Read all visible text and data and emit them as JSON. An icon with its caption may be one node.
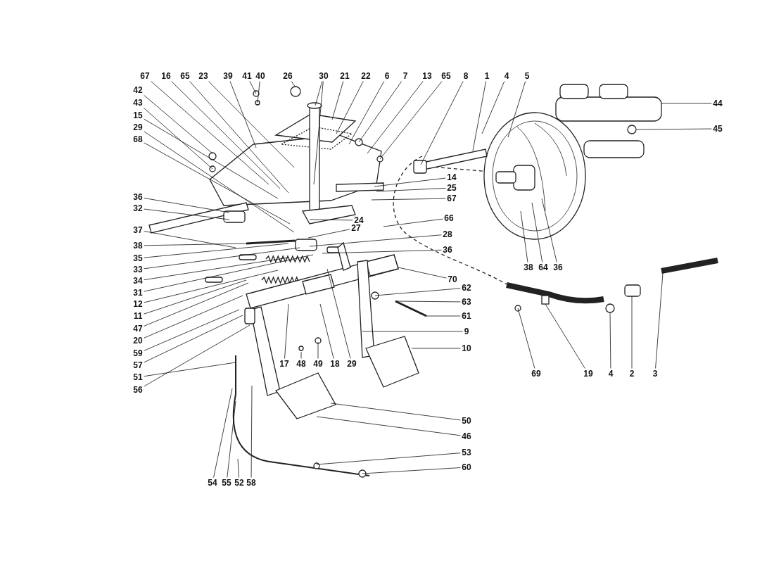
{
  "diagram": {
    "nodes": [
      {
        "text": [
          "67"
        ]
      },
      {
        "text": [
          "16"
        ]
      },
      {
        "text": [
          "65"
        ]
      },
      {
        "text": [
          "23"
        ]
      },
      {
        "text": [
          "39"
        ]
      },
      {
        "text": [
          "41"
        ]
      },
      {
        "text": [
          "40"
        ]
      },
      {
        "text": [
          "26"
        ]
      },
      {
        "text": [
          "30"
        ]
      },
      {
        "text": [
          "21"
        ]
      },
      {
        "text": [
          "22"
        ]
      },
      {
        "text": [
          "6"
        ]
      },
      {
        "text": [
          "7"
        ]
      },
      {
        "text": [
          "13"
        ]
      },
      {
        "text": [
          "65"
        ]
      },
      {
        "text": [
          "8"
        ]
      },
      {
        "text": [
          "1"
        ]
      },
      {
        "text": [
          "4"
        ]
      },
      {
        "text": [
          "5"
        ]
      },
      {
        "text": [
          "42"
        ]
      },
      {
        "text": [
          "44"
        ]
      },
      {
        "text": [
          "43"
        ]
      },
      {
        "text": [
          "15"
        ]
      },
      {
        "text": [
          "45"
        ]
      },
      {
        "text": [
          "29"
        ]
      },
      {
        "text": [
          "68"
        ]
      },
      {
        "text": [
          "14"
        ]
      },
      {
        "text": [
          "25"
        ]
      },
      {
        "text": [
          "67"
        ]
      },
      {
        "text": [
          "36"
        ]
      },
      {
        "text": [
          "32"
        ]
      },
      {
        "text": [
          "66"
        ]
      },
      {
        "text": [
          "24"
        ]
      },
      {
        "text": [
          "37"
        ]
      },
      {
        "text": [
          "27"
        ]
      },
      {
        "text": [
          "28"
        ]
      },
      {
        "text": [
          "38"
        ]
      },
      {
        "text": [
          "36"
        ]
      },
      {
        "text": [
          "35"
        ]
      },
      {
        "text": [
          "38"
        ]
      },
      {
        "text": [
          "64"
        ]
      },
      {
        "text": [
          "36"
        ]
      },
      {
        "text": [
          "33"
        ]
      },
      {
        "text": [
          "70"
        ]
      },
      {
        "text": [
          "34"
        ]
      },
      {
        "text": [
          "62"
        ]
      },
      {
        "text": [
          "31"
        ]
      },
      {
        "text": [
          "63"
        ]
      },
      {
        "text": [
          "12"
        ]
      },
      {
        "text": [
          "11"
        ]
      },
      {
        "text": [
          "61"
        ]
      },
      {
        "text": [
          "47"
        ]
      },
      {
        "text": [
          "9"
        ]
      },
      {
        "text": [
          "20"
        ]
      },
      {
        "text": [
          "10"
        ]
      },
      {
        "text": [
          "59"
        ]
      },
      {
        "text": [
          "57"
        ]
      },
      {
        "text": [
          "17"
        ]
      },
      {
        "text": [
          "48"
        ]
      },
      {
        "text": [
          "49"
        ]
      },
      {
        "text": [
          "18"
        ]
      },
      {
        "text": [
          "29"
        ]
      },
      {
        "text": [
          "69"
        ]
      },
      {
        "text": [
          "19"
        ]
      },
      {
        "text": [
          "4"
        ]
      },
      {
        "text": [
          "2"
        ]
      },
      {
        "text": [
          "3"
        ]
      },
      {
        "text": [
          "51"
        ]
      },
      {
        "text": [
          "56"
        ]
      },
      {
        "text": [
          "50"
        ]
      },
      {
        "text": [
          "46"
        ]
      },
      {
        "text": [
          "53"
        ]
      },
      {
        "text": [
          "60"
        ]
      },
      {
        "text": [
          "54"
        ]
      },
      {
        "text": [
          "55"
        ]
      },
      {
        "text": [
          "52"
        ]
      },
      {
        "text": [
          "58"
        ]
      }
    ],
    "edges": [
      {
        "from": 0,
        "to": null,
        "arrow": "none"
      },
      {
        "from": 1,
        "to": null,
        "arrow": "none"
      },
      {
        "from": 2,
        "to": null,
        "arrow": "none"
      },
      {
        "from": 3,
        "to": null,
        "arrow": "none"
      },
      {
        "from": 4,
        "to": null,
        "arrow": "none"
      },
      {
        "from": 5,
        "to": null,
        "arrow": "none"
      },
      {
        "from": 6,
        "to": null,
        "arrow": "none"
      },
      {
        "from": 7,
        "to": null,
        "arrow": "none"
      },
      {
        "from": 8,
        "to": null,
        "arrow": "none"
      },
      {
        "from": 8,
        "to": null,
        "arrow": "none"
      },
      {
        "from": 9,
        "to": null,
        "arrow": "none"
      },
      {
        "from": 10,
        "to": null,
        "arrow": "none"
      },
      {
        "from": 11,
        "to": null,
        "arrow": "none"
      },
      {
        "from": 12,
        "to": null,
        "arrow": "none"
      },
      {
        "from": 13,
        "to": null,
        "arrow": "none"
      },
      {
        "from": 14,
        "to": null,
        "arrow": "none"
      },
      {
        "from": 15,
        "to": null,
        "arrow": "none"
      },
      {
        "from": 16,
        "to": null,
        "arrow": "none"
      },
      {
        "from": 17,
        "to": null,
        "arrow": "none"
      },
      {
        "from": 18,
        "to": null,
        "arrow": "none"
      },
      {
        "from": 19,
        "to": null,
        "arrow": "none"
      },
      {
        "from": 20,
        "to": null,
        "arrow": "none"
      },
      {
        "from": 21,
        "to": null,
        "arrow": "none"
      },
      {
        "from": 22,
        "to": null,
        "arrow": "none"
      },
      {
        "from": 23,
        "to": null,
        "arrow": "none"
      },
      {
        "from": 24,
        "to": null,
        "arrow": "none"
      },
      {
        "from": 25,
        "to": null,
        "arrow": "none"
      },
      {
        "from": 26,
        "to": null,
        "arrow": "none"
      },
      {
        "from": 27,
        "to": null,
        "arrow": "none"
      },
      {
        "from": 28,
        "to": null,
        "arrow": "none"
      },
      {
        "from": 29,
        "to": null,
        "arrow": "none"
      },
      {
        "from": 30,
        "to": null,
        "arrow": "none"
      },
      {
        "from": 31,
        "to": null,
        "arrow": "none"
      },
      {
        "from": 32,
        "to": null,
        "arrow": "none"
      },
      {
        "from": 33,
        "to": null,
        "arrow": "none"
      },
      {
        "from": 34,
        "to": null,
        "arrow": "none"
      },
      {
        "from": 35,
        "to": null,
        "arrow": "none"
      },
      {
        "from": 36,
        "to": null,
        "arrow": "none"
      },
      {
        "from": 37,
        "to": null,
        "arrow": "none"
      },
      {
        "from": 38,
        "to": null,
        "arrow": "none"
      },
      {
        "from": 39,
        "to": null,
        "arrow": "none"
      },
      {
        "from": 40,
        "to": null,
        "arrow": "none"
      },
      {
        "from": 41,
        "to": null,
        "arrow": "none"
      },
      {
        "from": 42,
        "to": null,
        "arrow": "none"
      },
      {
        "from": 43,
        "to": null,
        "arrow": "none"
      },
      {
        "from": 44,
        "to": null,
        "arrow": "none"
      },
      {
        "from": 45,
        "to": null,
        "arrow": "none"
      },
      {
        "from": 46,
        "to": null,
        "arrow": "none"
      },
      {
        "from": 47,
        "to": null,
        "arrow": "none"
      },
      {
        "from": 48,
        "to": null,
        "arrow": "none"
      },
      {
        "from": 49,
        "to": null,
        "arrow": "none"
      },
      {
        "from": 50,
        "to": null,
        "arrow": "none"
      },
      {
        "from": 51,
        "to": null,
        "arrow": "none"
      },
      {
        "from": 52,
        "to": null,
        "arrow": "none"
      },
      {
        "from": 53,
        "to": null,
        "arrow": "none"
      },
      {
        "from": 54,
        "to": null,
        "arrow": "none"
      },
      {
        "from": 55,
        "to": null,
        "arrow": "none"
      },
      {
        "from": 56,
        "to": null,
        "arrow": "none"
      },
      {
        "from": 57,
        "to": null,
        "arrow": "none"
      },
      {
        "from": 58,
        "to": null,
        "arrow": "none"
      },
      {
        "from": 59,
        "to": null,
        "arrow": "none"
      },
      {
        "from": 60,
        "to": null,
        "arrow": "none"
      },
      {
        "from": 61,
        "to": null,
        "arrow": "none"
      },
      {
        "from": 62,
        "to": null,
        "arrow": "none"
      },
      {
        "from": 63,
        "to": null,
        "arrow": "none"
      },
      {
        "from": 64,
        "to": null,
        "arrow": "none"
      },
      {
        "from": 65,
        "to": null,
        "arrow": "none"
      },
      {
        "from": 66,
        "to": null,
        "arrow": "none"
      },
      {
        "from": 67,
        "to": null,
        "arrow": "none"
      },
      {
        "from": 68,
        "to": null,
        "arrow": "none"
      },
      {
        "from": 69,
        "to": null,
        "arrow": "none"
      },
      {
        "from": 70,
        "to": null,
        "arrow": "none"
      },
      {
        "from": 71,
        "to": null,
        "arrow": "none"
      },
      {
        "from": 72,
        "to": null,
        "arrow": "none"
      },
      {
        "from": 73,
        "to": null,
        "arrow": "none"
      },
      {
        "from": 74,
        "to": null,
        "arrow": "none"
      },
      {
        "from": 75,
        "to": null,
        "arrow": "none"
      },
      {
        "from": 76,
        "to": null,
        "arrow": "none"
      }
    ]
  }
}
